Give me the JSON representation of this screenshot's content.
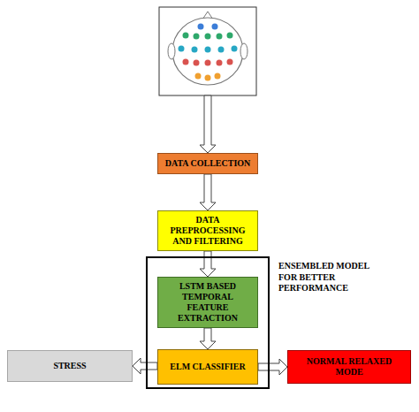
{
  "diagram": {
    "nodes": [
      {
        "text": [
          "DATA COLLECTION"
        ]
      },
      {
        "text": [
          "DATA PREPROCESSING AND FILTERING"
        ]
      },
      {
        "text": [
          "ENSEMBLED MODEL FOR BETTER PERFORMANCE"
        ]
      },
      {
        "text": [
          "LSTM BASED TEMPORAL FEATURE EXTRACTION"
        ],
        "in": 2
      },
      {
        "text": [
          "ELM CLASSIFIER"
        ],
        "in": 2
      },
      {
        "text": [
          "STRESS"
        ]
      },
      {
        "text": [
          "NORMAL RELAXED MODE"
        ]
      }
    ],
    "edges": [
      {
        "from": 0,
        "to": 1,
        "arrow": "to"
      },
      {
        "from": 1,
        "to": 3,
        "arrow": "to"
      },
      {
        "from": 3,
        "to": 4,
        "arrow": "to"
      },
      {
        "from": 4,
        "to": 5,
        "arrow": "to"
      },
      {
        "from": 4,
        "to": 6,
        "arrow": "to"
      }
    ]
  }
}
